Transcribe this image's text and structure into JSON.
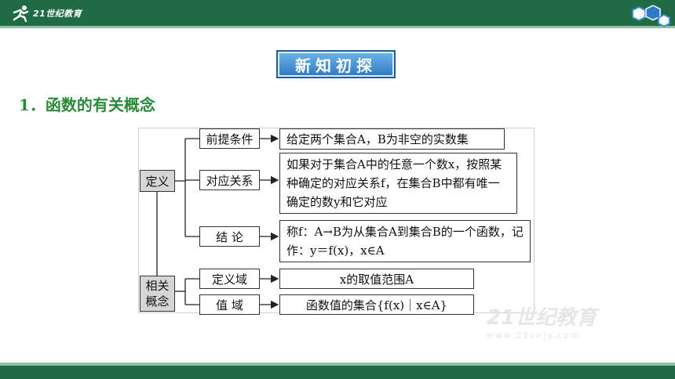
{
  "header": {
    "logo_text": "21世纪教育",
    "logo_icon": "runner-logo-icon",
    "decor_icon": "hexagon-cluster-icon"
  },
  "badge": "新知初探",
  "heading": "1．函数的有关概念",
  "diagram": {
    "root_definition": "定义",
    "root_related": "相关概念",
    "premise": {
      "label": "前提条件",
      "content": "给定两个集合A，B为非空的实数集"
    },
    "correspondence": {
      "label": "对应关系",
      "content": "如果对于集合A中的任意一个数x，按照某种确定的对应关系f，在集合B中都有唯一确定的数y和它对应"
    },
    "conclusion": {
      "label": "结 论",
      "content": "称f：A→B为从集合A到集合B的一个函数，记作：y＝f(x)，x∈A"
    },
    "domain": {
      "label": "定义域",
      "content": "x的取值范围A"
    },
    "range": {
      "label": "值 域",
      "content": "函数值的集合{f(x)｜x∈A}"
    }
  },
  "watermark": {
    "brand": "21世纪教育",
    "url": "www.21cnjy.com"
  },
  "colors": {
    "header_green": "#1e6b45",
    "heading_green": "#2a8a3a",
    "badge_blue": "#2e78c0"
  }
}
